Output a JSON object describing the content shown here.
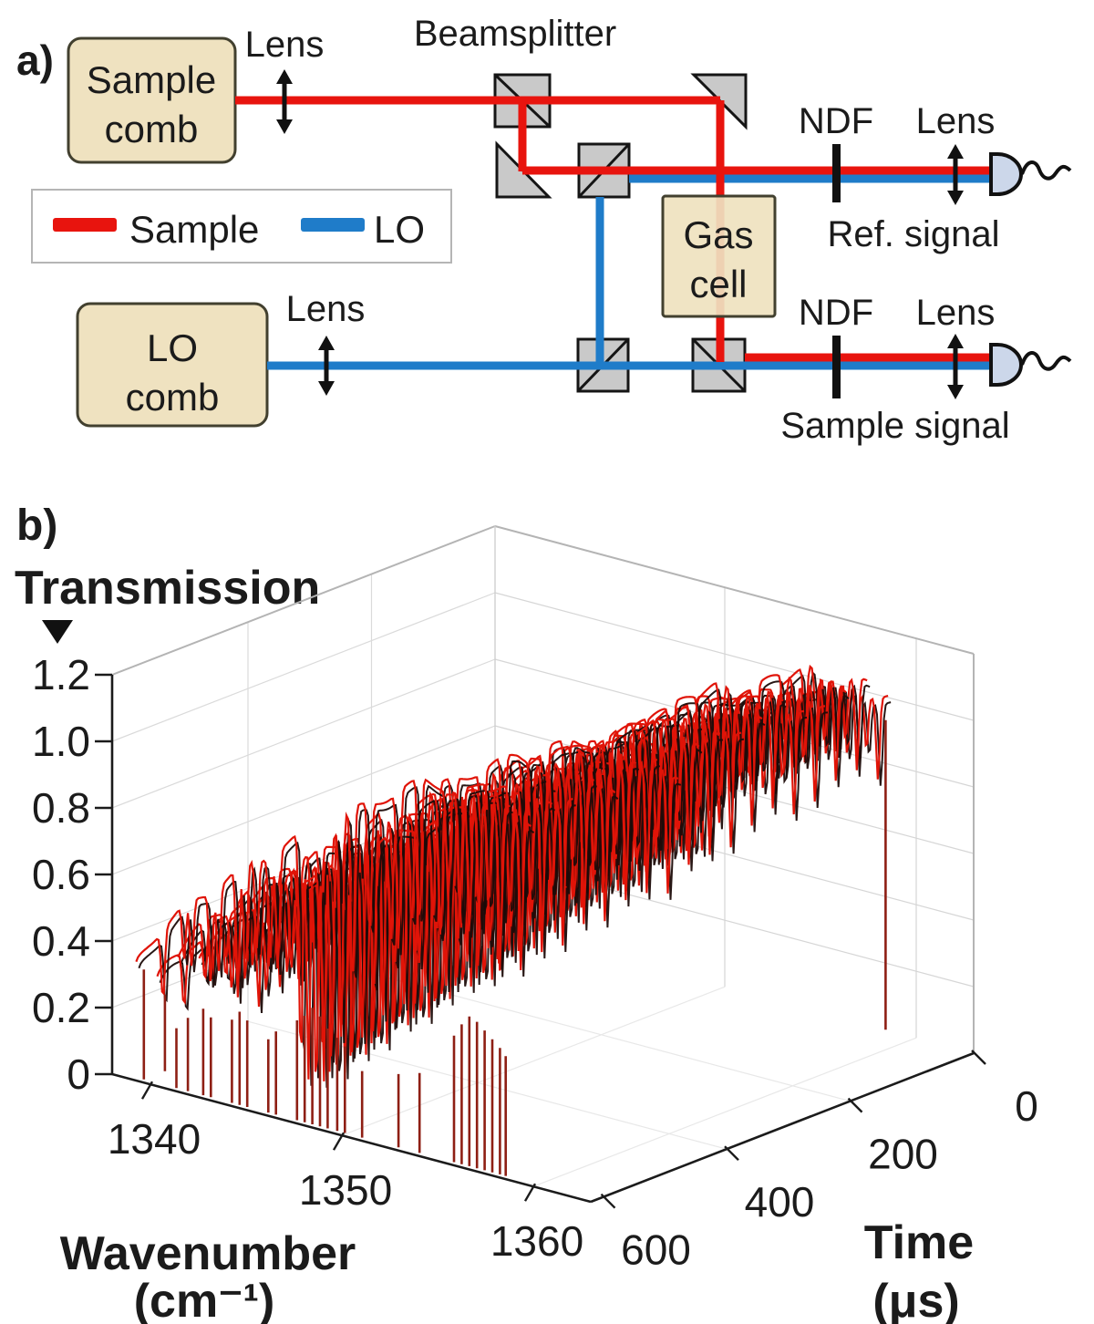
{
  "panel_a": {
    "label": "a)",
    "sample_comb": {
      "line1": "Sample",
      "line2": "comb"
    },
    "lo_comb": {
      "line1": "LO",
      "line2": "comb"
    },
    "gas_cell": {
      "line1": "Gas",
      "line2": "cell"
    },
    "labels": {
      "lens_top": "Lens",
      "beamsplitter": "Beamsplitter",
      "ndf_top": "NDF",
      "lens_ref": "Lens",
      "ref_signal": "Ref. signal",
      "lens_lo": "Lens",
      "ndf_bottom": "NDF",
      "lens_out": "Lens",
      "sample_signal": "Sample signal"
    },
    "legend": {
      "sample_label": "Sample",
      "lo_label": "LO"
    },
    "colors": {
      "sample_beam": "#e8140e",
      "lo_beam": "#1f7cc9",
      "comb_box_fill": "#efe2c0",
      "optic_fill": "#c9c9c9",
      "detector_fill": "#ccd7ea"
    }
  },
  "panel_b": {
    "label": "b)"
  },
  "chart_data": {
    "type": "line3d",
    "axes": {
      "z": {
        "label": "Transmission",
        "range": [
          0,
          1.2
        ],
        "ticks": [
          1.2,
          1.0,
          0.8,
          0.6,
          0.4,
          0.2,
          0
        ],
        "tick_labels": [
          "1.2",
          "1.0",
          "0.8",
          "0.6",
          "0.4",
          "0.2",
          "0"
        ]
      },
      "x": {
        "label": "Wavenumber",
        "unit_label": "(cm⁻¹)",
        "range": [
          1338,
          1363
        ],
        "ticks": [
          1340,
          1350,
          1360
        ],
        "tick_labels": [
          "1340",
          "1350",
          "1360"
        ]
      },
      "y": {
        "label": "Time",
        "unit_label": "(μs)",
        "range": [
          0,
          620
        ],
        "ticks": [
          600,
          400,
          200,
          0
        ],
        "tick_labels": [
          "600",
          "400",
          "200",
          "0"
        ]
      }
    },
    "grid": {
      "wall_wavenumber_lines": [
        1350,
        1360
      ],
      "wall_time_lines": [
        200,
        400
      ],
      "wall_transmission_lines": [
        0.2,
        0.4,
        0.6,
        0.8,
        1.0
      ]
    },
    "series_model": {
      "times_us": [
        0,
        34,
        68,
        102,
        136,
        170,
        204,
        238,
        272,
        306,
        340,
        374,
        408,
        442,
        476,
        510,
        544,
        578,
        612
      ],
      "trace_wavenumber_span": [
        1339.0,
        1358.6
      ],
      "envelope": {
        "base": 0.28,
        "rise": 0.8,
        "power": 0.8,
        "span_cm1": 16.5,
        "cap": 1.07
      },
      "line_sigma_cm1": 0.13,
      "depth_time_factor": [
        0.55,
        0.45
      ],
      "absorption_lines": [
        [
          1340.4,
          0.45
        ],
        [
          1341.5,
          0.3
        ],
        [
          1341.9,
          0.35
        ],
        [
          1342.9,
          0.45
        ],
        [
          1343.3,
          0.4
        ],
        [
          1344.3,
          0.55
        ],
        [
          1344.7,
          0.5
        ],
        [
          1345.3,
          0.35
        ],
        [
          1346.0,
          0.4
        ],
        [
          1346.4,
          0.45
        ],
        [
          1347.6,
          0.8
        ],
        [
          1348.0,
          0.85
        ],
        [
          1348.4,
          0.9
        ],
        [
          1348.8,
          0.85
        ],
        [
          1349.2,
          0.8
        ],
        [
          1349.7,
          0.7
        ],
        [
          1350.3,
          0.55
        ],
        [
          1351.2,
          0.4
        ],
        [
          1352.7,
          0.45
        ],
        [
          1353.8,
          0.4
        ],
        [
          1355.3,
          0.3
        ],
        [
          1355.9,
          0.35
        ],
        [
          1356.4,
          0.4
        ],
        [
          1356.9,
          0.35
        ],
        [
          1357.4,
          0.3
        ],
        [
          1358.0,
          0.45
        ]
      ],
      "colors": {
        "measured": "#e01408",
        "fit": "#1c0b08",
        "stems": "#8e1f14"
      }
    },
    "floor_stems": [
      [
        1339.4,
        612,
        0.33
      ],
      [
        1339.4,
        578,
        0.23
      ],
      [
        1341.1,
        612,
        0.18
      ],
      [
        1341.7,
        612,
        0.22
      ],
      [
        1342.5,
        612,
        0.26
      ],
      [
        1342.9,
        612,
        0.24
      ],
      [
        1344.0,
        612,
        0.25
      ],
      [
        1344.4,
        612,
        0.28
      ],
      [
        1344.8,
        612,
        0.26
      ],
      [
        1345.9,
        612,
        0.22
      ],
      [
        1346.3,
        612,
        0.25
      ],
      [
        1347.4,
        612,
        0.3
      ],
      [
        1347.8,
        612,
        0.32
      ],
      [
        1348.2,
        612,
        0.35
      ],
      [
        1348.6,
        612,
        0.33
      ],
      [
        1349.0,
        612,
        0.3
      ],
      [
        1349.5,
        612,
        0.28
      ],
      [
        1349.9,
        612,
        0.26
      ],
      [
        1350.8,
        612,
        0.2
      ],
      [
        1352.7,
        612,
        0.22
      ],
      [
        1353.8,
        612,
        0.24
      ],
      [
        1355.6,
        612,
        0.38
      ],
      [
        1356.0,
        612,
        0.42
      ],
      [
        1356.4,
        612,
        0.45
      ],
      [
        1356.8,
        612,
        0.44
      ],
      [
        1357.2,
        612,
        0.42
      ],
      [
        1357.6,
        612,
        0.4
      ],
      [
        1358.0,
        612,
        0.38
      ],
      [
        1358.3,
        612,
        0.36
      ],
      [
        1358.4,
        0,
        0.93
      ]
    ]
  }
}
